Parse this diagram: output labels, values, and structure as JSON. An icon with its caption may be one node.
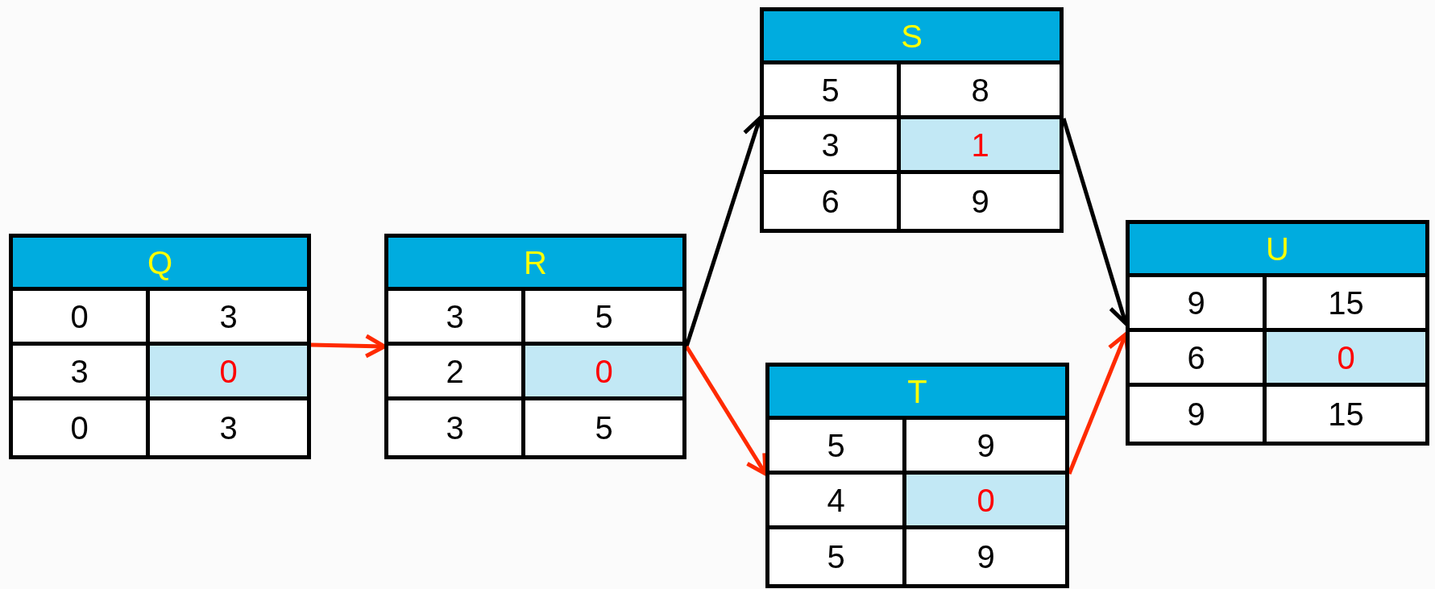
{
  "diagram": {
    "nodes": [
      {
        "text": [
          "Q",
          "0",
          "3",
          "3",
          "0",
          "0",
          "3"
        ]
      },
      {
        "text": [
          "R",
          "3",
          "5",
          "2",
          "0",
          "3",
          "5"
        ]
      },
      {
        "text": [
          "S",
          "5",
          "8",
          "3",
          "1",
          "6",
          "9"
        ]
      },
      {
        "text": [
          "T",
          "5",
          "9",
          "4",
          "0",
          "5",
          "9"
        ]
      },
      {
        "text": [
          "U",
          "9",
          "15",
          "6",
          "0",
          "9",
          "15"
        ]
      }
    ],
    "edges": [
      {
        "from": 0,
        "to": 1,
        "arrow": "to"
      },
      {
        "from": 1,
        "to": 2,
        "arrow": "to",
        "color": "#000000"
      },
      {
        "from": 1,
        "to": 3,
        "arrow": "to"
      },
      {
        "from": 2,
        "to": 4,
        "arrow": "to",
        "color": "#000000"
      },
      {
        "from": 3,
        "to": 4,
        "arrow": "to"
      }
    ]
  }
}
